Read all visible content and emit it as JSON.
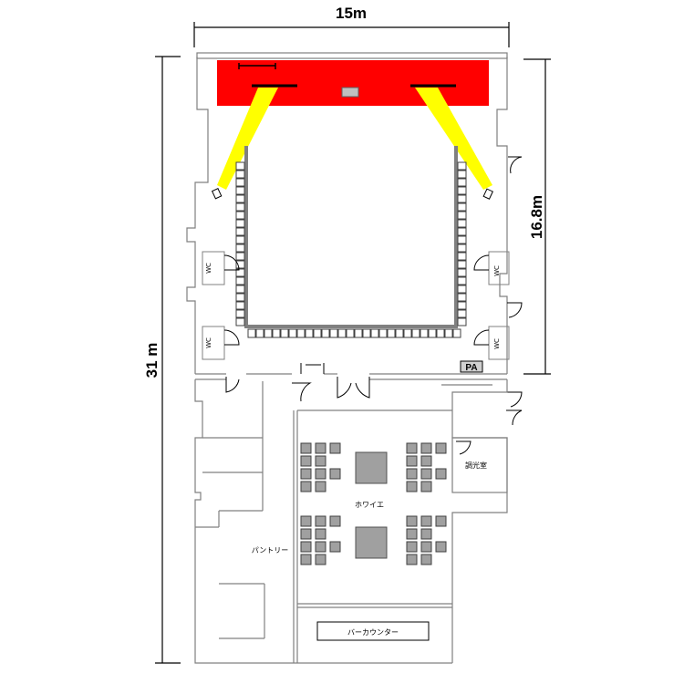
{
  "dimensions": {
    "width": "15m",
    "length": "31 m",
    "hall_depth": "16.8m"
  },
  "labels": {
    "foyer": "ホワイエ",
    "pantry": "パントリー",
    "bar_counter": "バーカウンター",
    "control_room": "調光室",
    "wc": "WC",
    "pa": "PA"
  },
  "colors": {
    "stage": "#ff0000",
    "spotlight": "#ffff00",
    "wall": "#808080",
    "furniture": "#a0a0a0"
  }
}
